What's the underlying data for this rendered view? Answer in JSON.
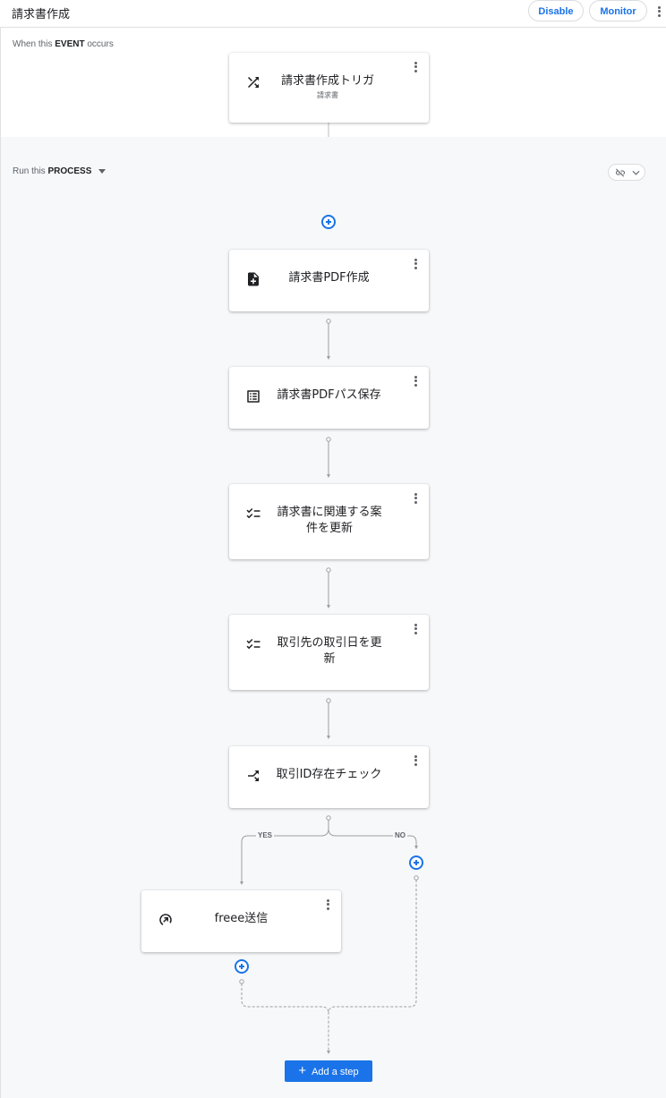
{
  "header": {
    "title": "請求書作成",
    "disable_label": "Disable",
    "monitor_label": "Monitor"
  },
  "event_section": {
    "label_prefix": "When this ",
    "label_bold": "EVENT",
    "label_suffix": " occurs",
    "trigger": {
      "title": "請求書作成トリガ",
      "subtitle": "請求書",
      "icon": "shuffle-icon"
    }
  },
  "process_section": {
    "label_prefix": "Run this ",
    "label_bold": "PROCESS",
    "steps": [
      {
        "title": "請求書PDF作成",
        "icon": "note-add-icon"
      },
      {
        "title": "請求書PDFパス保存",
        "icon": "list-alt-icon"
      },
      {
        "title_line1": "請求書に関連する案",
        "title_line2": "件を更新",
        "icon": "checklist-icon"
      },
      {
        "title_line1": "取引先の取引日を更",
        "title_line2": "新",
        "icon": "checklist-icon"
      },
      {
        "title": "取引ID存在チェック",
        "icon": "call-split-icon"
      }
    ],
    "branch": {
      "yes_label": "YES",
      "no_label": "NO",
      "yes_step": {
        "title": "freee送信",
        "icon": "send-link-icon"
      }
    },
    "add_step_label": "Add a step"
  },
  "colors": {
    "accent": "#1a73e8",
    "process_bg": "#f6f8fa",
    "connector": "#bdbdbd"
  }
}
